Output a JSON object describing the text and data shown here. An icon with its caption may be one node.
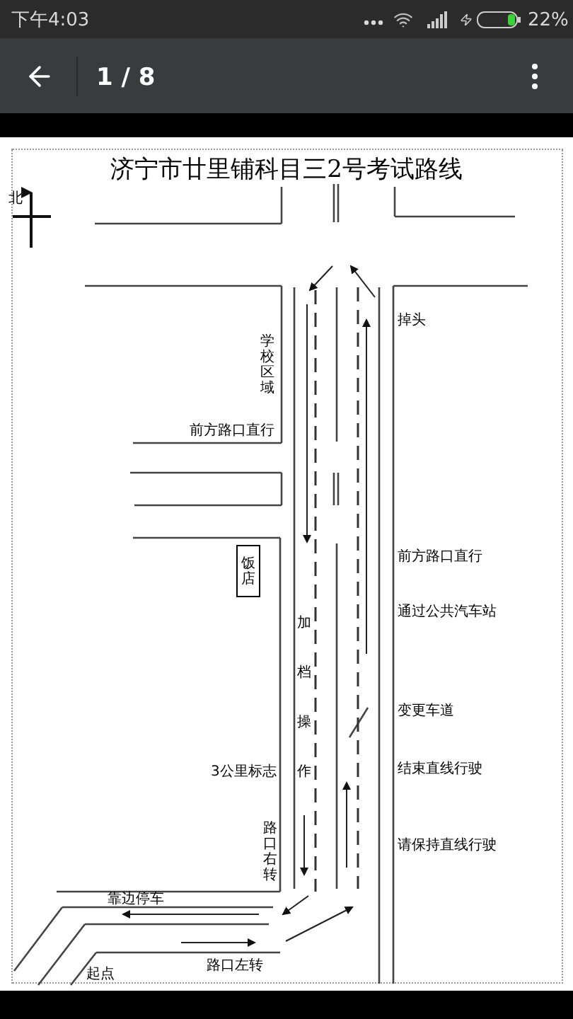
{
  "diagram": {
    "title": "济宁市廿里铺科目三2号考试路线",
    "nodes": [
      {
        "text": [
          "饭店"
        ]
      }
    ],
    "labels": [
      "下午4:03",
      "22%",
      "1 / 8",
      "北",
      "掉头",
      "学校区域",
      "前方路口直行",
      "前方路口直行",
      "通过公共汽车站",
      "加档操作",
      "变更车道",
      "3公里标志",
      "结束直线行驶",
      "路口右转",
      "请保持直线行驶",
      "靠边停车",
      "路口左转",
      "起点"
    ]
  }
}
